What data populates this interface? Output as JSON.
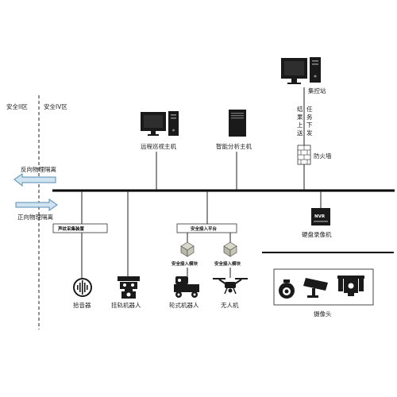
{
  "zones": {
    "left": "安全II区",
    "right": "安全IV区"
  },
  "arrows": {
    "reverse": "反向物理隔离",
    "forward": "正向物理隔离"
  },
  "nodes": {
    "control_station": "集控站",
    "task_down": [
      "任",
      "务",
      "下",
      "发"
    ],
    "result_up": [
      "结",
      "果",
      "上",
      "送"
    ],
    "firewall": "防火墙",
    "remote_host": "远程巡视主机",
    "analysis_host": "智能分析主机",
    "nvr_badge": "NVR",
    "nvr": "硬盘录像机",
    "camera": "摄像头",
    "sound_device": "声纹采集装置",
    "access_platform": "安全接入平台",
    "access_module_1": "安全接入模块",
    "access_module_2": "安全接入模块",
    "pickup": "拾音器",
    "rail_robot": "挂轨机器人",
    "wheel_robot": "轮式机器人",
    "drone": "无人机"
  },
  "colors": {
    "arrow_fill": "#cfe3f0",
    "arrow_stroke": "#5b8db5",
    "bus": "#000000",
    "device": "#1a1a1a"
  }
}
